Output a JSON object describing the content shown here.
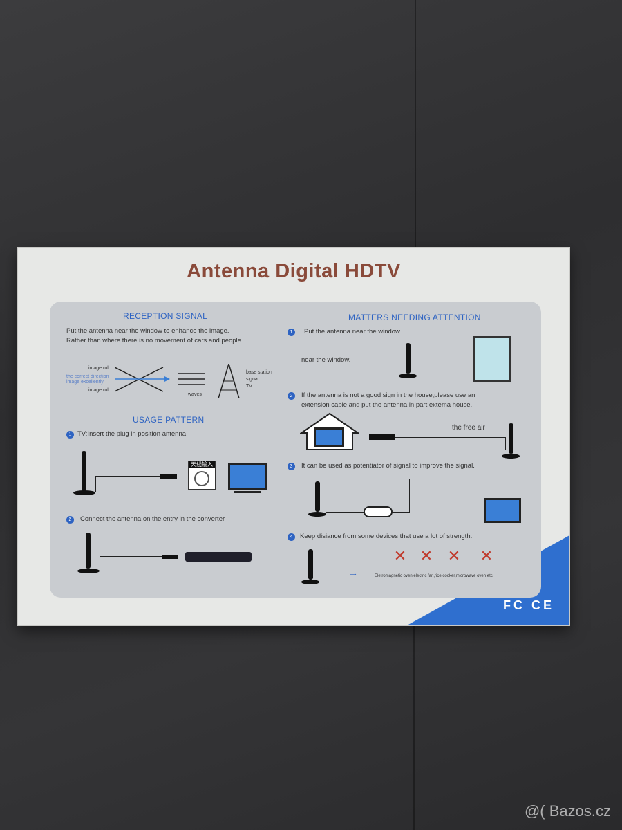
{
  "box": {
    "title": "Antenna Digital HDTV",
    "reception": {
      "heading": "RECEPTION SIGNAL",
      "line1": "Put the antenna near the window to enhance the image.",
      "line2": "Rather than where there is no movement of cars and people.",
      "label_image_rul_top": "image rul",
      "label_correct_direction": "the correct direction",
      "label_image_excellently": "image excellently",
      "label_image_rul_bottom": "image rul",
      "label_waves": "waves",
      "label_base_station": "base station",
      "label_signal": "signal",
      "label_tv": "TV"
    },
    "usage": {
      "heading": "USAGE PATTERN",
      "step1_num": "1",
      "step1": "TV:Insert the plug in position antenna",
      "plate_label": "天线输入",
      "step2_num": "2",
      "step2": "Connect the antenna on the entry in the converter"
    },
    "attention": {
      "heading": "MATTERS NEEDING ATTENTION",
      "step1_num": "1",
      "step1": "Put the antenna near the window.",
      "near_window": "near the window.",
      "step2_num": "2",
      "step2_line1": "If the antenna is not a good sign in the house,please use an",
      "step2_line2": "extension cable and put the antenna in part extema house.",
      "free_air": "the free air",
      "step3_num": "3",
      "step3": "It can be used as potentiator of signal to improve the signal.",
      "step4_num": "4",
      "step4": "Keep disiance from some devices that use a lot of strength.",
      "devices": "Eletromagnetic oven,electric fan,rice cooker,microwave oven etc."
    },
    "logos": "FC CE"
  },
  "watermark": "@( Bazos.cz",
  "colors": {
    "accent_blue": "#2e63c2",
    "title_brown": "#8a4a3a",
    "panel_gray": "#c9ccd0"
  }
}
